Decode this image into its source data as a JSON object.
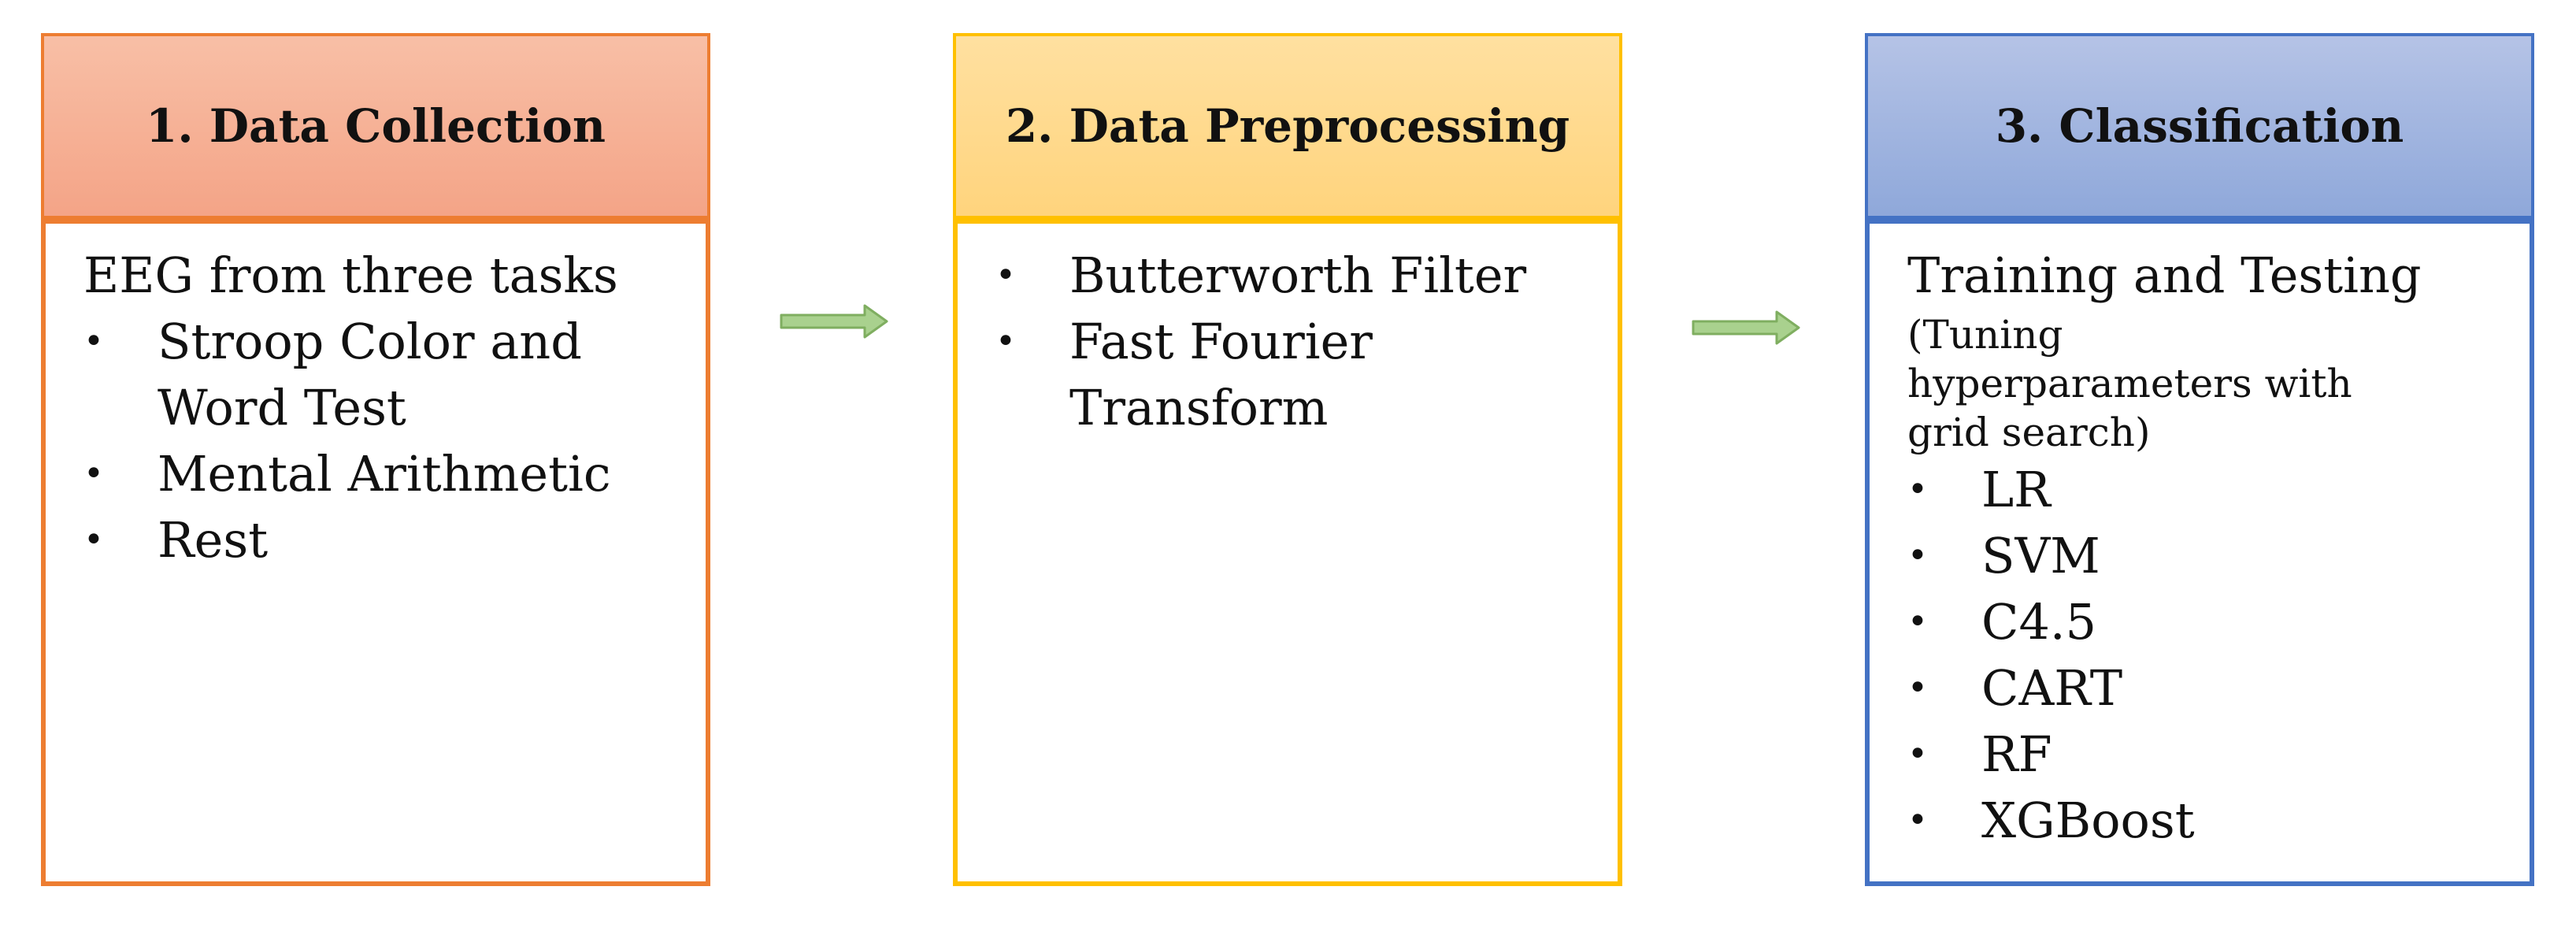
{
  "steps": [
    {
      "title": "1. Data Collection",
      "lead": "EEG from three tasks",
      "items": [
        "Stroop Color and Word Test",
        "Mental Arithmetic",
        "Rest"
      ]
    },
    {
      "title": "2. Data Preprocessing",
      "items": [
        "Butterworth Filter",
        "Fast Fourier Transform"
      ]
    },
    {
      "title": "3. Classification",
      "lead": "Training and Testing",
      "note": "(Tuning hyperparameters with grid search)",
      "items": [
        "LR",
        "SVM",
        "C4.5",
        "CART",
        "RF",
        "XGBoost"
      ]
    }
  ],
  "bullet_symbol": "•",
  "colors": {
    "step1": "#ED7D31",
    "step2": "#FFC000",
    "step3": "#4472C4",
    "arrow": "#A9D18E"
  }
}
